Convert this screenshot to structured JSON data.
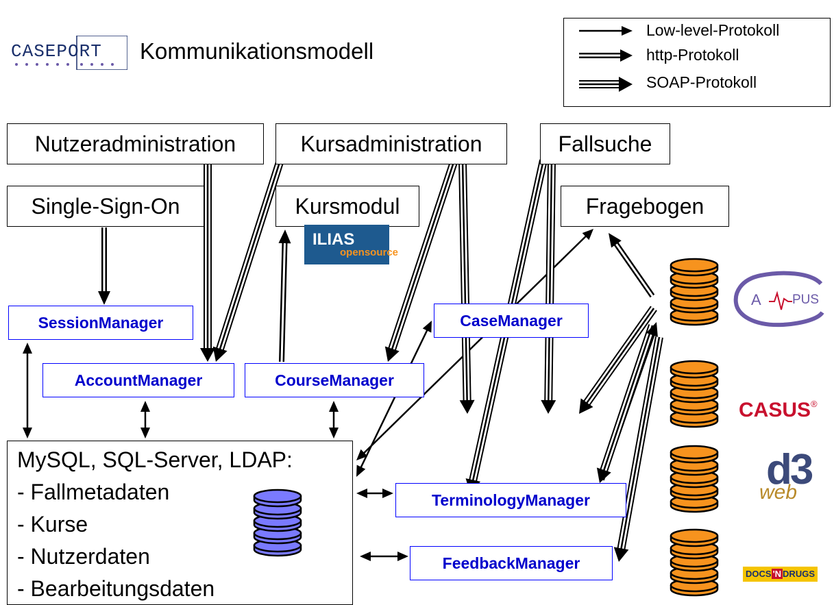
{
  "header": {
    "logo": "CASEPORT",
    "title": "Kommunikationsmodell"
  },
  "legend": {
    "items": [
      {
        "label": "Low-level-Protokoll",
        "style": "single"
      },
      {
        "label": "http-Protokoll",
        "style": "double"
      },
      {
        "label": "SOAP-Protokoll",
        "style": "triple"
      }
    ]
  },
  "modules": {
    "nutzeradministration": "Nutzeradministration",
    "kursadministration": "Kursadministration",
    "fallsuche": "Fallsuche",
    "single_sign_on": "Single-Sign-On",
    "kursmodul": "Kursmodul",
    "fragebogen": "Fragebogen"
  },
  "managers": {
    "session": "SessionManager",
    "account": "AccountManager",
    "course": "CourseManager",
    "case": "CaseManager",
    "terminology": "TerminologyManager",
    "feedback": "FeedbackManager"
  },
  "datastore": {
    "title": "MySQL, SQL-Server, LDAP:",
    "items": [
      "- Fallmetadaten",
      "- Kurse",
      "- Nutzerdaten",
      "- Bearbeitungsdaten"
    ]
  },
  "logos": {
    "ilias": {
      "main": "ILIAS",
      "sub": "opensource"
    },
    "campus": {
      "left": "A",
      "right": "PUS"
    },
    "casus": {
      "name": "CASUS",
      "mark": "®"
    },
    "d3web": {
      "main": "d3",
      "sub": "web"
    },
    "docsndrugs": {
      "left": "DOCS",
      "mid": "'N",
      "right": "DRUGS"
    }
  },
  "colors": {
    "manager_text": "#0000cc",
    "manager_border": "#0000ff",
    "external_db": "#f7931e",
    "internal_db": "#7a7aff",
    "ilias_bg": "#1e5a8f",
    "casus_red": "#c8102e",
    "docsndrugs_yellow": "#f5c400"
  }
}
